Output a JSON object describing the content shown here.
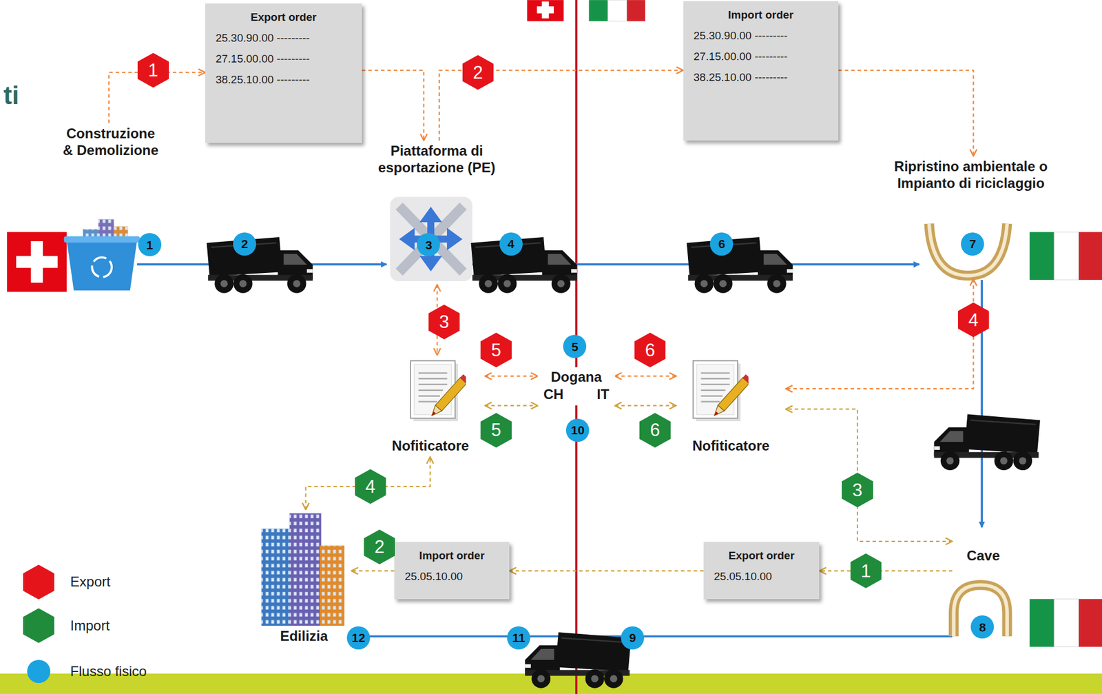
{
  "diagram": {
    "nodes": [
      {
        "text": [
          "Export order",
          "25.30.90.00 ---------",
          "27.15.00.00 ---------",
          "38.25.10.00 ---------"
        ]
      },
      {
        "text": [
          "Import order",
          "25.30.90.00 ---------",
          "27.15.00.00 ---------",
          "38.25.10.00 ---------"
        ]
      },
      {
        "text": [
          "Construzione & Demolizione"
        ]
      },
      {
        "text": [
          "Piattaforma di esportazione (PE)"
        ]
      },
      {
        "text": [
          "Ripristino ambientale o Impianto di riciclaggio"
        ]
      },
      {
        "text": [
          "Nofiticatore"
        ]
      },
      {
        "text": [
          "Dogana",
          "CH",
          "IT"
        ]
      },
      {
        "text": [
          "Nofiticatore"
        ]
      },
      {
        "text": [
          "Import order",
          "25.05.10.00"
        ]
      },
      {
        "text": [
          "Export order",
          "25.05.10.00"
        ]
      },
      {
        "text": [
          "Cave"
        ]
      },
      {
        "text": [
          "Edilizia"
        ]
      }
    ],
    "edges": [
      {
        "from": 2,
        "to": 0,
        "arrow": "to",
        "label": "1"
      },
      {
        "from": 0,
        "to": 3,
        "arrow": "to"
      },
      {
        "from": 3,
        "to": 1,
        "arrow": "to",
        "label": "2"
      },
      {
        "from": 1,
        "to": 4,
        "arrow": "to"
      },
      {
        "from": 3,
        "to": 5,
        "arrow": "both",
        "label": "3"
      },
      {
        "from": 4,
        "to": 7,
        "arrow": "both",
        "label": "4"
      },
      {
        "from": 5,
        "to": 6,
        "arrow": "both",
        "label": "5"
      },
      {
        "from": 5,
        "to": 6,
        "arrow": "both",
        "label": "5"
      },
      {
        "from": 6,
        "to": 7,
        "arrow": "both",
        "label": "6"
      },
      {
        "from": 6,
        "to": 7,
        "arrow": "both",
        "label": "6"
      },
      {
        "from": 10,
        "to": 9,
        "arrow": "to",
        "label": "1"
      },
      {
        "from": 9,
        "to": 8,
        "arrow": "to"
      },
      {
        "from": 8,
        "to": 11,
        "arrow": "to",
        "label": "2"
      },
      {
        "from": 10,
        "to": 7,
        "arrow": "both",
        "label": "3"
      },
      {
        "from": 11,
        "to": 5,
        "arrow": "both",
        "label": "4"
      }
    ],
    "labels": [
      "ti",
      "1",
      "2",
      "3",
      "4",
      "5",
      "6",
      "7",
      "8",
      "9",
      "10",
      "11",
      "12"
    ],
    "legend": [
      {
        "text": "Export",
        "color": "#e5141a"
      },
      {
        "text": "Import",
        "color": "#1f8b3b"
      },
      {
        "text": "Flusso fisico",
        "color": "#1aa3e0"
      }
    ]
  }
}
